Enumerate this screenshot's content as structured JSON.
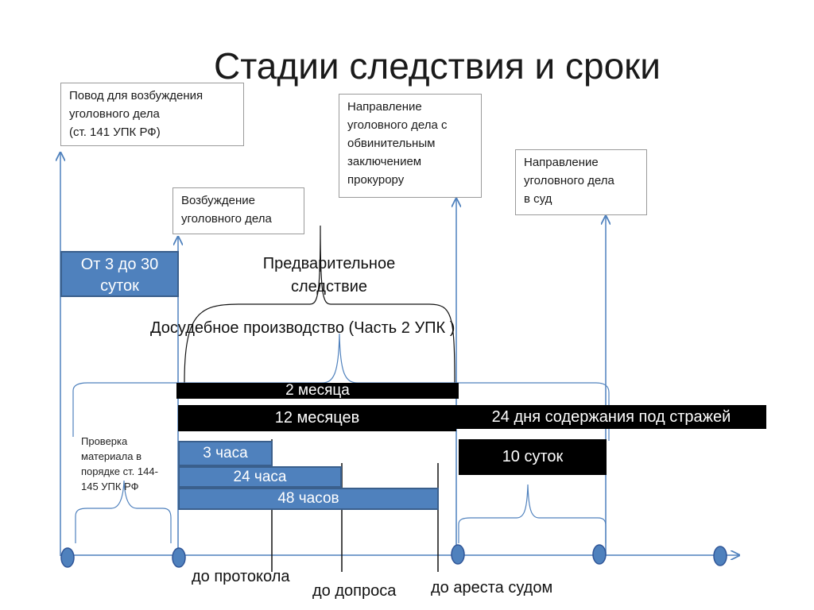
{
  "title": "Стадии следствия и сроки",
  "notes": {
    "pretext_lines": [
      "Повод для возбуждения",
      "уголовного дела",
      "(ст. 141 УПК РФ)"
    ],
    "initiation_lines": [
      "Возбуждение",
      "уголовного дела"
    ],
    "to_prosecutor_lines": [
      "Направление",
      "уголовного дела с",
      "обвинительным",
      "заключением",
      "прокурору"
    ],
    "to_court_lines": [
      "Направление",
      "уголовного дела",
      "в суд"
    ]
  },
  "boxes": {
    "from3to30": "От 3 до 30 суток",
    "h3": "3 часа",
    "h24": "24 часа",
    "h48": "48 часов"
  },
  "bars": {
    "m2": "2 месяца",
    "m12": "12 месяцев",
    "d24": "24 дня содержания под стражей",
    "d10": "10 суток"
  },
  "labels": {
    "preliminary": "Предварительное следствие",
    "pretrial": "Досудебное производство (Часть 2 УПК )",
    "check_lines": [
      "Проверка",
      "материала в",
      "порядке ст. 144-",
      "145 УПК РФ"
    ],
    "to_protocol": "до протокола",
    "to_interrogation": "до допроса",
    "to_arrest": "до ареста судом"
  },
  "colors": {
    "line": "#4f81bd",
    "box_fill": "#4f81bd",
    "dot_fill": "#4f81bd",
    "dot_stroke": "#2f5597"
  }
}
